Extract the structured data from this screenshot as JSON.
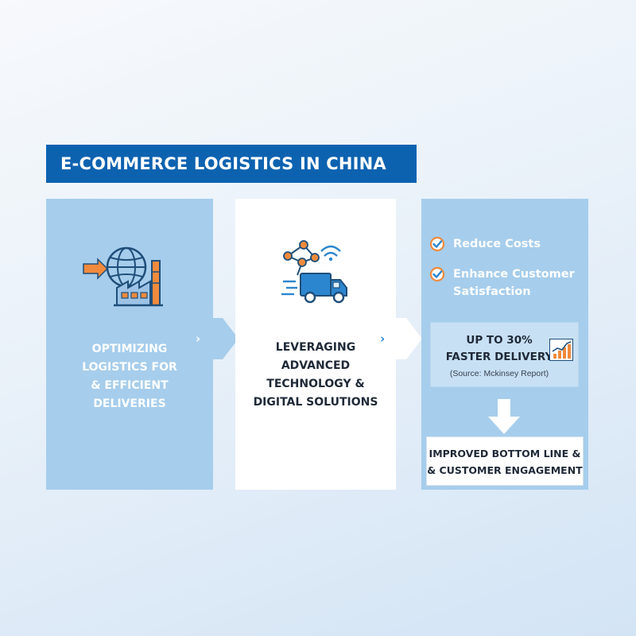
{
  "title": "E-COMMERCE LOGISTICS IN CHINA",
  "panel1": {
    "icon": "globe-factory-icon",
    "lines": [
      "OPTIMIZING",
      "LOGISTICS FOR",
      "& EFFICIENT",
      "DELIVERIES"
    ]
  },
  "panel2": {
    "icon": "network-delivery-truck-icon",
    "lines": [
      "LEVERAGING",
      "ADVANCED",
      "TECHNOLOGY &",
      "DIGITAL SOLUTIONS"
    ]
  },
  "panel3": {
    "benefits": [
      {
        "icon": "check-circle-icon",
        "lines": [
          "Reduce Costs"
        ]
      },
      {
        "icon": "check-circle-icon",
        "lines": [
          "Enhance Customer",
          "Satisfaction"
        ]
      }
    ],
    "stat": {
      "line1": "UP TO 30%",
      "line2": "FASTER DELIVERY",
      "source": "(Source: Mckinsey Report)",
      "icon": "bar-chart-trend-icon"
    },
    "arrow_icon": "down-arrow-icon",
    "result_lines": [
      "IMPROVED BOTTOM LINE &",
      "& CUSTOMER ENGAGEMENT"
    ]
  },
  "connector_glyph": "›",
  "colors": {
    "title_bg": "#0d62b0",
    "panel_blue": "#a6cdec",
    "panel_white": "#ffffff",
    "accent_orange": "#f08a3c",
    "icon_blue": "#2c86cf",
    "icon_navy": "#1f4e79"
  }
}
